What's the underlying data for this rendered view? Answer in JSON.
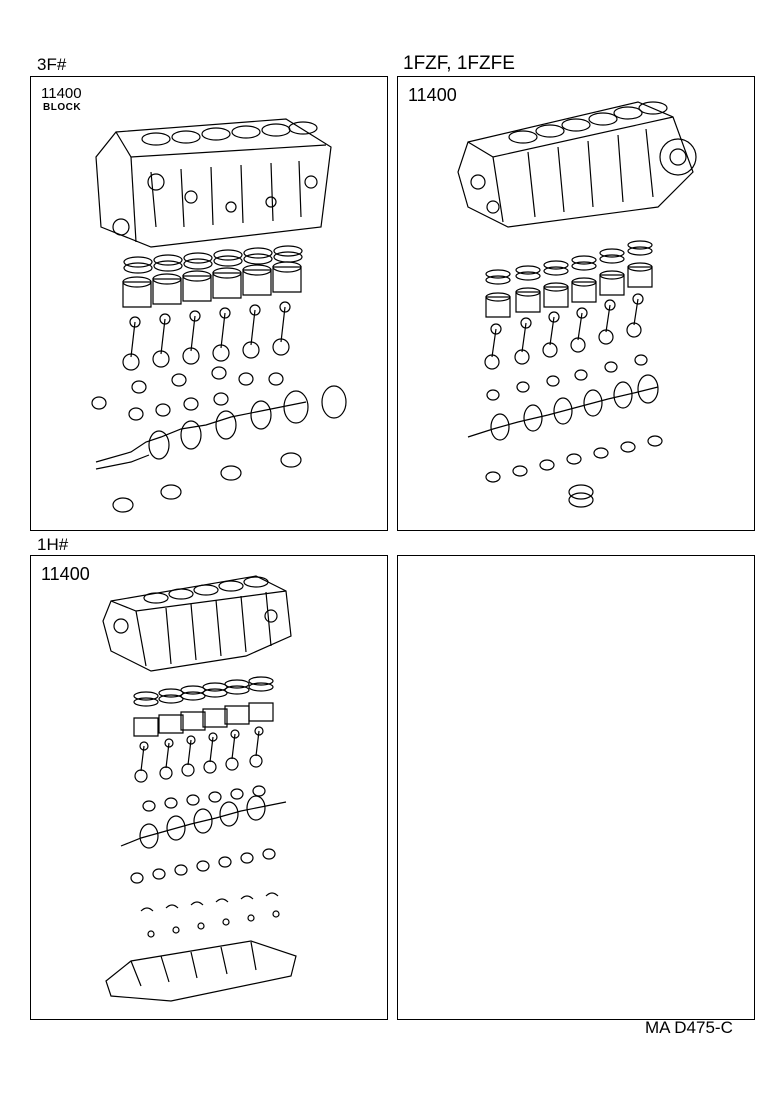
{
  "headers": {
    "top_left": "3F#",
    "top_right": "1FZF, 1FZFE",
    "bottom_left": "1H#"
  },
  "panels": {
    "top_left": {
      "part_no": "11400",
      "caption": "BLOCK"
    },
    "top_right": {
      "part_no": "11400"
    },
    "bottom_left": {
      "part_no": "11400"
    },
    "bottom_right": {}
  },
  "footer": {
    "code": "MA  D475-C"
  }
}
